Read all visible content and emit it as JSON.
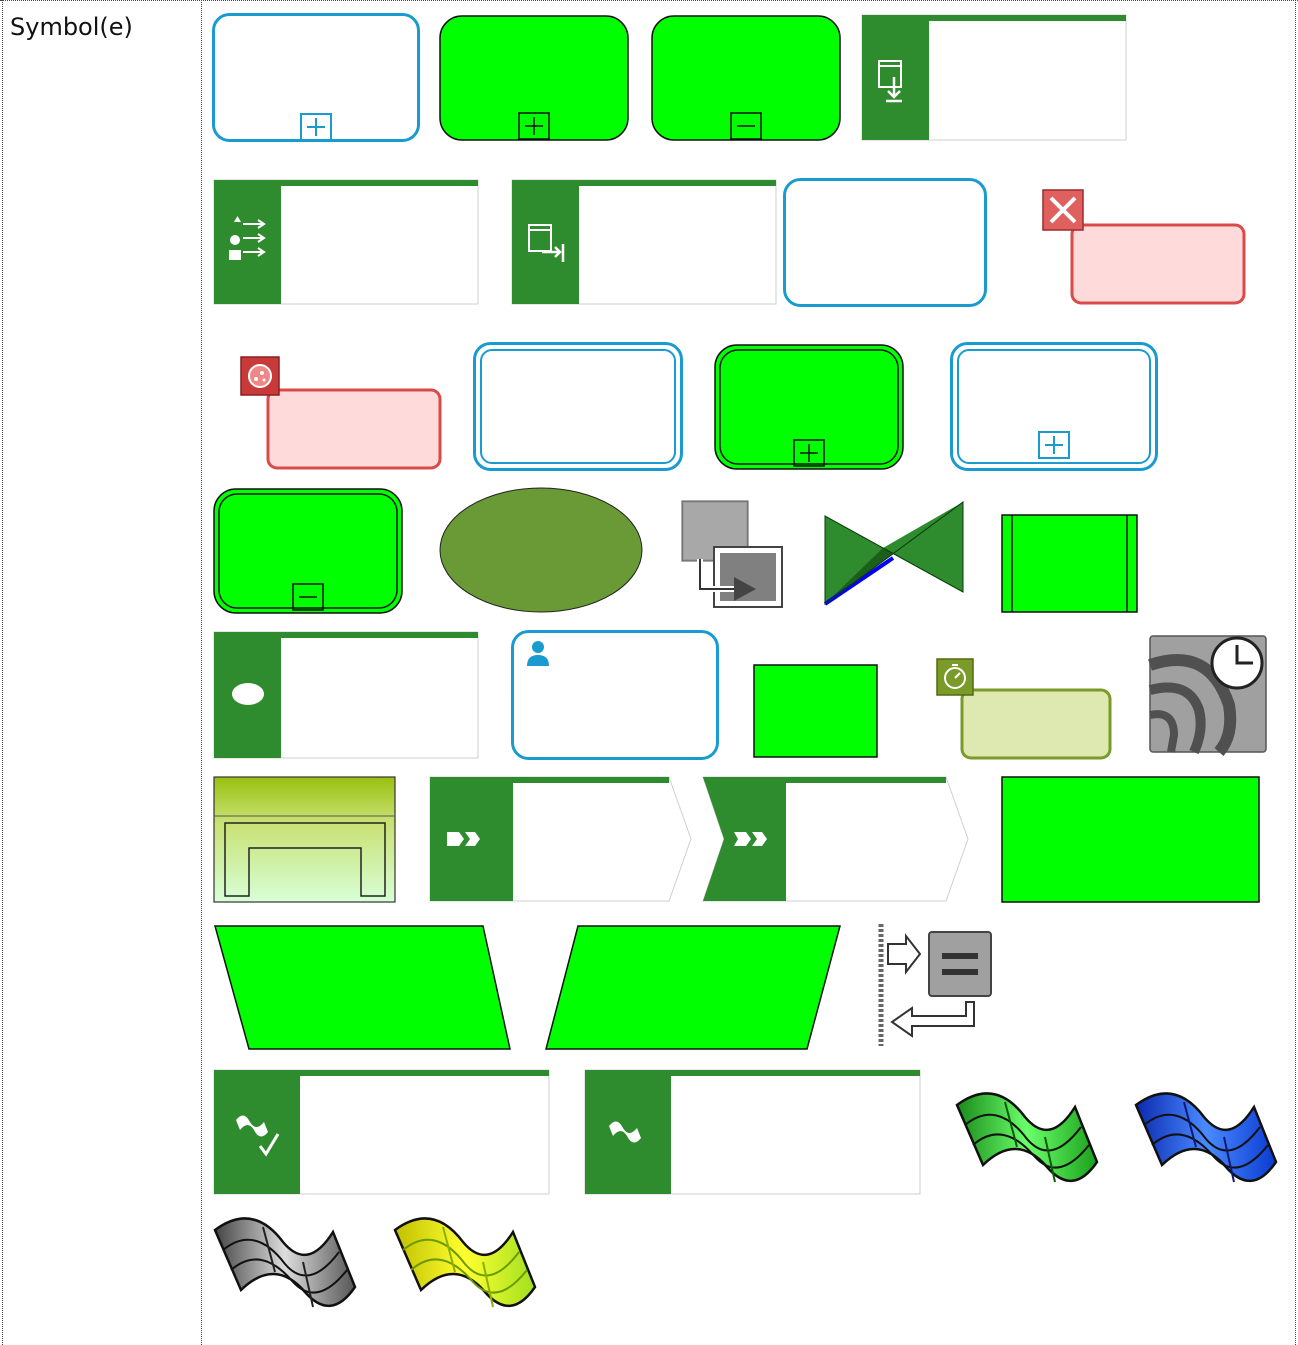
{
  "table": {
    "row_label": "Symbol(e)"
  },
  "colors": {
    "green_fill": "#00ff00",
    "dark_green": "#2e8b2e",
    "blue_border": "#1a9bd0",
    "red_border": "#d94a4a",
    "pink_fill": "#ffdada",
    "olive_fill": "#6a9a35"
  },
  "symbols": [
    "subprocess-collapsed-outline",
    "subprocess-collapsed-green",
    "subprocess-expanded-green",
    "receive-task-app",
    "rule-task-app",
    "send-task-app",
    "task-outline",
    "cancel-event-task",
    "error-event-task",
    "transaction-outline",
    "transaction-collapsed-green",
    "transaction-collapsed-outline",
    "transaction-expanded-green",
    "olive-ellipse",
    "copy-object",
    "bowtie",
    "predefined-process",
    "event-app-task",
    "user-task-outline",
    "green-rectangle",
    "timer-event-task",
    "wave-clock",
    "organizational-structure",
    "value-chain-1",
    "value-chain-2",
    "green-rectangle-wide",
    "parallelogram-left",
    "parallelogram-right",
    "interface-exchange",
    "flag-check-app",
    "flag-app",
    "green-flag",
    "blue-flag",
    "gray-flag",
    "yellow-flag"
  ]
}
